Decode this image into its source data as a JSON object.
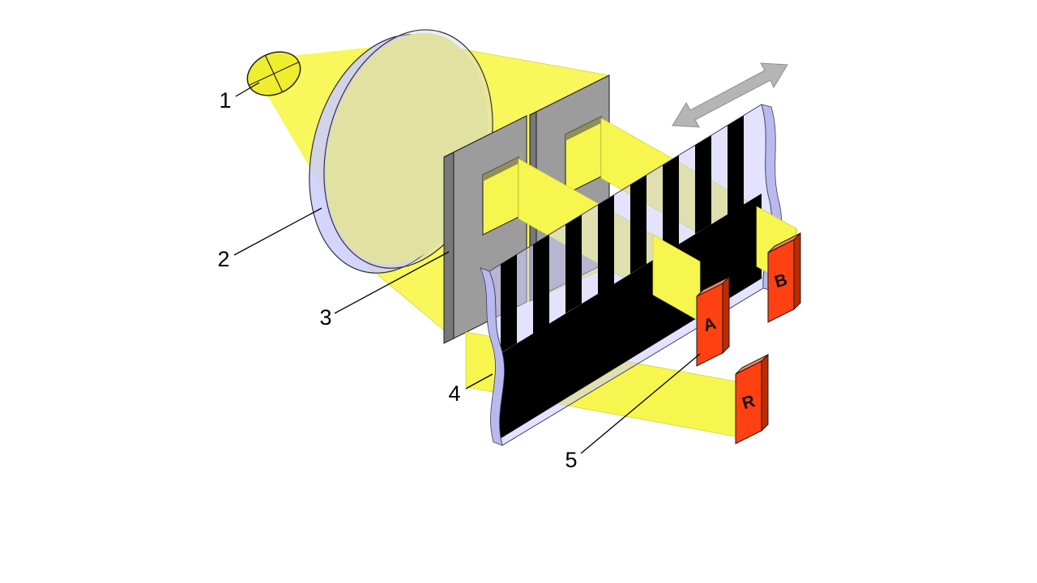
{
  "figure_labels": {
    "n1": "1",
    "n2": "2",
    "n3": "3",
    "n4": "4",
    "n5": "5"
  },
  "detector_labels": {
    "a": "A",
    "b": "B",
    "r": "R"
  },
  "icons": {
    "lamp": "light-bulb",
    "motion_arrow": "double-headed-arrow"
  },
  "colors": {
    "beam": "#f7f64e",
    "bulb": "#efee2e",
    "lens": "#ccccff",
    "lens_interior": "#eeed6a",
    "mask_front": "#9c9c9c",
    "mask_top": "#c6c6c6",
    "mask_side": "#787878",
    "window_inner": "#8f8f5a",
    "strip": "#ccccff",
    "strip_edge": "#b9b9ee",
    "stripe_black": "#000000",
    "detector_front": "#ff4112",
    "detector_top": "#ff8a5c",
    "detector_side": "#bf2b00",
    "arrow": "#b5b5b5",
    "label_text": "#000000"
  }
}
